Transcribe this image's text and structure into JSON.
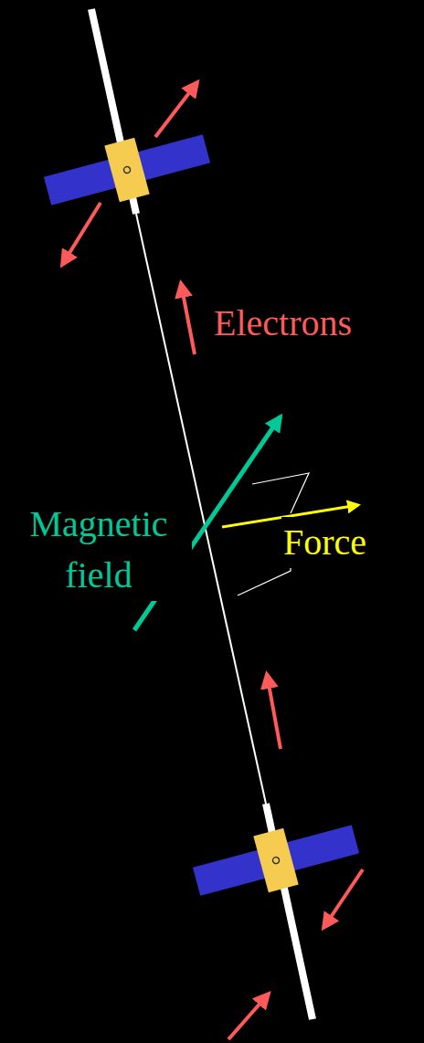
{
  "diagram": {
    "labels": [
      "Electrons",
      "Magnetic field",
      "Force"
    ]
  }
}
